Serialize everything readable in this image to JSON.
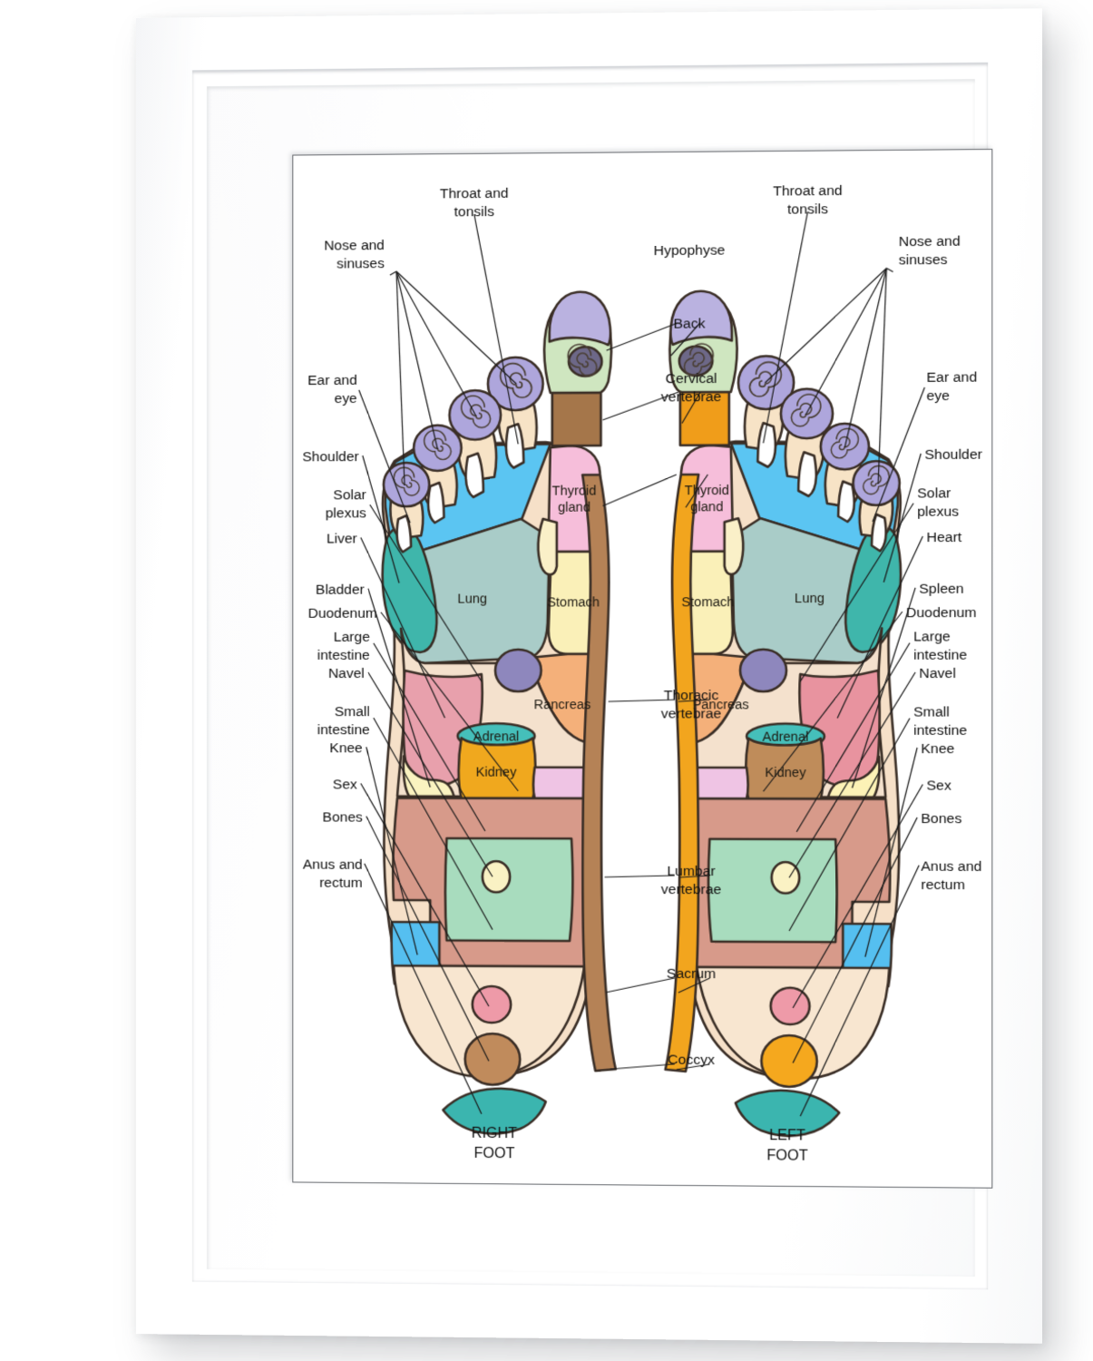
{
  "artwork": {
    "kind": "reflexology-foot-chart",
    "feet": [
      {
        "id": "right",
        "caption_line1": "RIGHT",
        "caption_line2": "FOOT"
      },
      {
        "id": "left",
        "caption_line1": "LEFT",
        "caption_line2": "FOOT"
      }
    ],
    "labels_left_column": [
      "Nose and\nsinuses",
      "Ear and\neye",
      "Shoulder",
      "Solar\nplexus",
      "Liver",
      "Bladder",
      "Duodenum",
      "Large\nintestine",
      "Navel",
      "Small\nintestine",
      "Knee",
      "Sex",
      "Bones",
      "Anus and\nrectum"
    ],
    "labels_right_column": [
      "Nose and\nsinuses",
      "Ear and\neye",
      "Shoulder",
      "Solar\nplexus",
      "Heart",
      "Spleen",
      "Duodenum",
      "Large\nintestine",
      "Navel",
      "Small\nintestine",
      "Knee",
      "Sex",
      "Bones",
      "Anus and\nrectum"
    ],
    "labels_center": [
      "Hypophyse",
      "Back",
      "Cervical\nvertebrae",
      "Thoracic\nvertebrae",
      "Lumbar\nvertebrae",
      "Sacrum",
      "Coccyx"
    ],
    "labels_top": [
      "Throat and\ntonsils",
      "Throat and\ntonsils"
    ],
    "inline_labels_right_foot": [
      "Thyroid\ngland",
      "Stomach",
      "Lung",
      "Rancreas",
      "Adrenal",
      "Kidney"
    ],
    "inline_labels_left_foot": [
      "Thyroid\ngland",
      "Stomach",
      "Lung",
      "Pancreas",
      "Adrenal",
      "Kidney"
    ],
    "text": {
      "nose_and_sinuses_l1": "Nose and",
      "nose_and_sinuses_l2": "sinuses",
      "throat_l1": "Throat and",
      "throat_l2": "tonsils",
      "ear_l1": "Ear and",
      "ear_l2": "eye",
      "shoulder": "Shoulder",
      "solar_l1": "Solar",
      "solar_l2": "plexus",
      "liver": "Liver",
      "heart": "Heart",
      "bladder": "Bladder",
      "spleen": "Spleen",
      "duodenum": "Duodenum",
      "large_l1": "Large",
      "large_l2": "intestine",
      "navel": "Navel",
      "small_l1": "Small",
      "small_l2": "intestine",
      "knee": "Knee",
      "sex": "Sex",
      "bones": "Bones",
      "anus_l1": "Anus and",
      "anus_l2": "rectum",
      "hypophyse": "Hypophyse",
      "back": "Back",
      "cervical_l1": "Cervical",
      "cervical_l2": "vertebrae",
      "thoracic_l1": "Thoracic",
      "thoracic_l2": "vertebrae",
      "lumbar_l1": "Lumbar",
      "lumbar_l2": "vertebrae",
      "sacrum": "Sacrum",
      "coccyx": "Coccyx",
      "thyroid_l1": "Thyroid",
      "thyroid_l2": "gland",
      "stomach": "Stomach",
      "lung": "Lung",
      "pancreas_right_foot": "Rancreas",
      "pancreas_left_foot": "Pancreas",
      "adrenal": "Adrenal",
      "kidney": "Kidney",
      "right_foot_l1": "RIGHT",
      "right_foot_l2": "FOOT",
      "left_foot_l1": "LEFT",
      "left_foot_l2": "FOOT"
    },
    "colors": {
      "skin": "#F6E0C8",
      "skin_light": "#FAEEDF",
      "outline": "#3A2E26",
      "toe_purple": "#AEA6DC",
      "toe_cream": "#F7E3C6",
      "big_toe_green": "#CFE6C0",
      "big_toe_purple": "#BAB2E0",
      "hypophyse_dot": "#6D6888",
      "neck_blue": "#5BC5F2",
      "lung_teal": "#A9CCC8",
      "shoulder_teal": "#3FB6AB",
      "thyroid_pink": "#F6BEDA",
      "stomach_yellow": "#FAF0B8",
      "pancreas_orange": "#F4B07A",
      "solar_plexus_purple": "#8E87BD",
      "liver_rose": "#E8A0AC",
      "heart_rose": "#E8939F",
      "bladder_yellow": "#FAF3C0",
      "spleen_yellow": "#FCF2B6",
      "adrenal_teal": "#45BFBA",
      "kidney_right": "#F0A81E",
      "kidney_left": "#BF8C5A",
      "duodenum_pink": "#EFC4E4",
      "large_intestine": "#D79A8A",
      "small_intestine_green": "#A8DCBE",
      "navel_cream": "#FAF2C4",
      "knee_blue": "#55BFF0",
      "sex_pink": "#EE9AA8",
      "bones_right": "#C08B5C",
      "bones_left": "#F5A81E",
      "anus_teal": "#3BB5AF",
      "spine_right": "#B58256",
      "spine_left": "#F2A51E",
      "back_right": "#A5764A",
      "back_left": "#F09D1A"
    }
  }
}
